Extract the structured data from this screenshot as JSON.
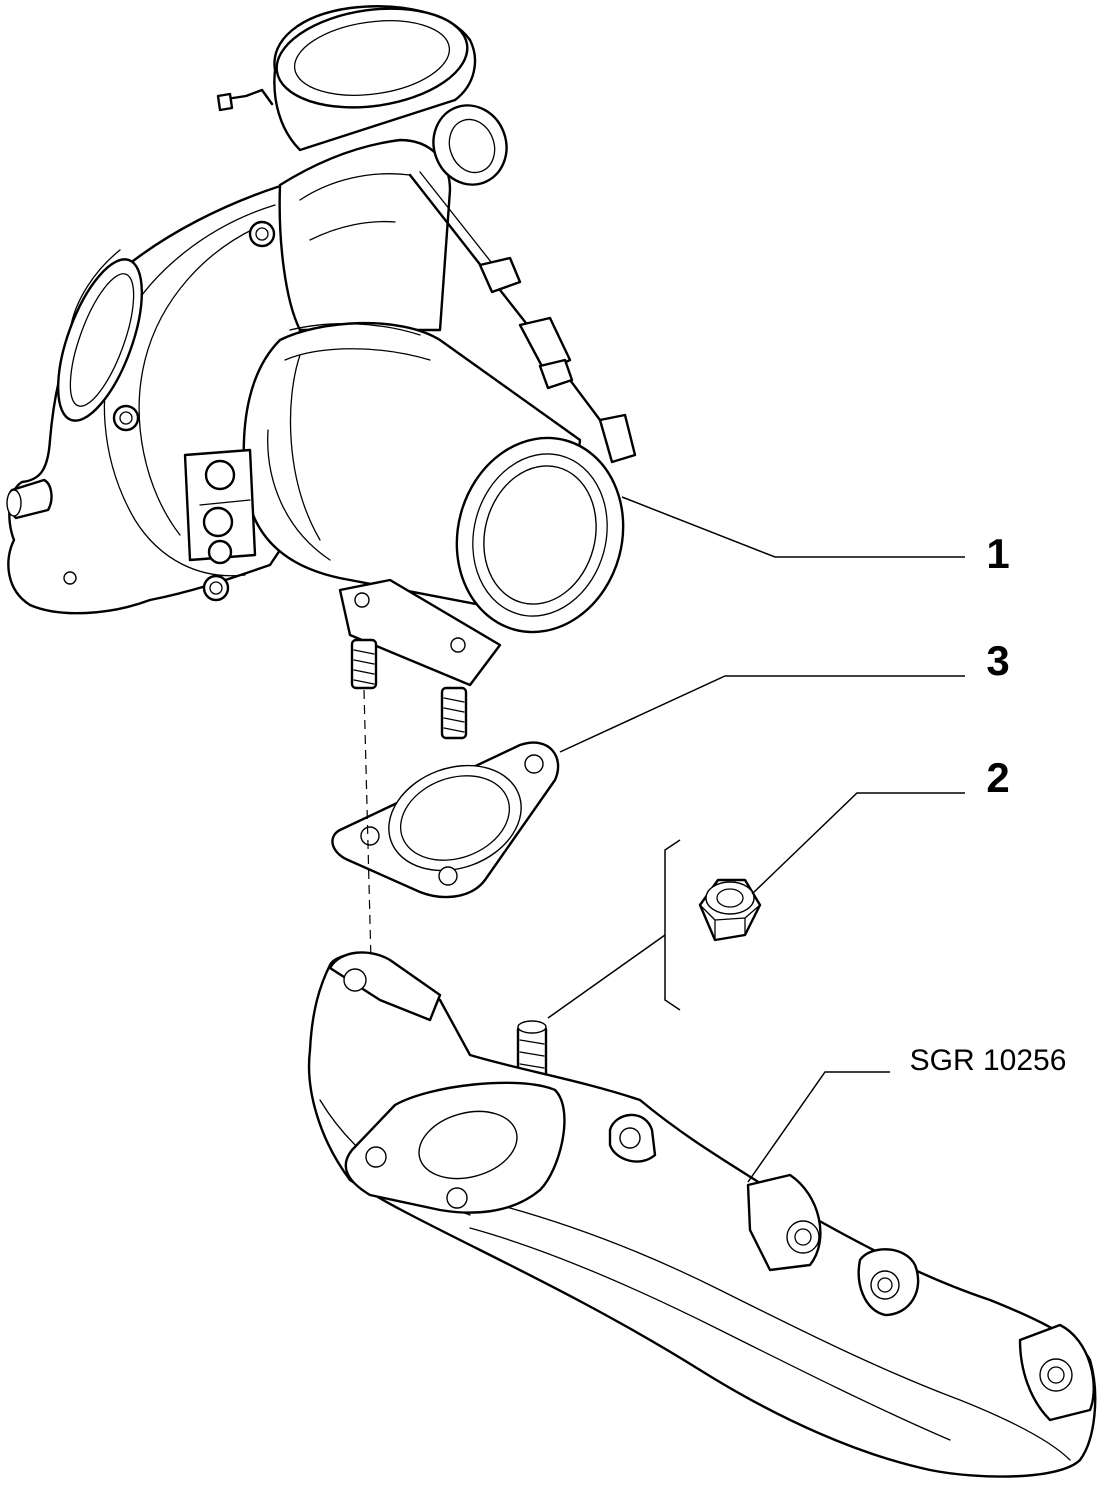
{
  "callouts": [
    {
      "id": "1",
      "label": "1"
    },
    {
      "id": "3",
      "label": "3"
    },
    {
      "id": "2",
      "label": "2"
    }
  ],
  "reference_code": "SGR 10256"
}
